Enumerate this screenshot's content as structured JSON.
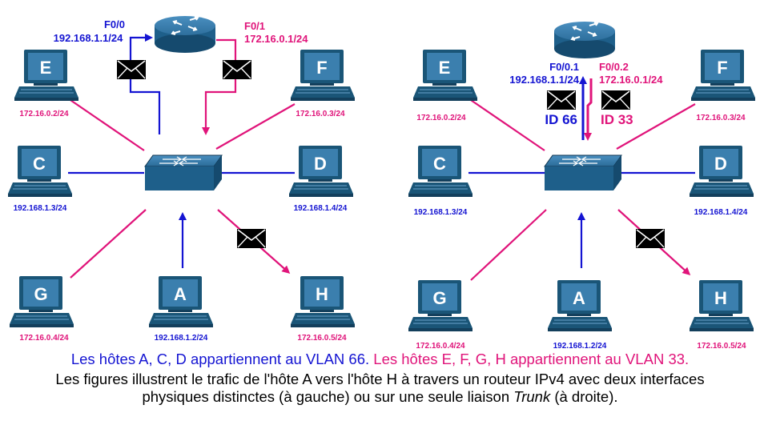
{
  "colors": {
    "vlan66": "#1414d2",
    "vlan33": "#e0147a",
    "device": "#1a5577",
    "device_light": "#3b7fae"
  },
  "left": {
    "router": {
      "if0_name": "F0/0",
      "if0_ip": "192.168.1.1/24",
      "if1_name": "F0/1",
      "if1_ip": "172.16.0.1/24"
    },
    "hosts": {
      "E": {
        "letter": "E",
        "ip": "172.16.0.2/24"
      },
      "F": {
        "letter": "F",
        "ip": "172.16.0.3/24"
      },
      "C": {
        "letter": "C",
        "ip": "192.168.1.3/24"
      },
      "D": {
        "letter": "D",
        "ip": "192.168.1.4/24"
      },
      "G": {
        "letter": "G",
        "ip": "172.16.0.4/24"
      },
      "A": {
        "letter": "A",
        "ip": "192.168.1.2/24"
      },
      "H": {
        "letter": "H",
        "ip": "172.16.0.5/24"
      }
    }
  },
  "right": {
    "router": {
      "sub0_name": "F0/0.1",
      "sub0_ip": "192.168.1.1/24",
      "sub1_name": "F0/0.2",
      "sub1_ip": "172.16.0.1/24",
      "tag_blue": "ID 66",
      "tag_pink": "ID 33"
    },
    "hosts": {
      "E": {
        "letter": "E",
        "ip": "172.16.0.2/24"
      },
      "F": {
        "letter": "F",
        "ip": "172.16.0.3/24"
      },
      "C": {
        "letter": "C",
        "ip": "192.168.1.3/24"
      },
      "D": {
        "letter": "D",
        "ip": "192.168.1.4/24"
      },
      "G": {
        "letter": "G",
        "ip": "172.16.0.4/24"
      },
      "A": {
        "letter": "A",
        "ip": "192.168.1.2/24"
      },
      "H": {
        "letter": "H",
        "ip": "172.16.0.5/24"
      }
    }
  },
  "caption": {
    "vlan66_text": "Les hôtes A, C, D appartiennent au VLAN 66.",
    "vlan33_text": "Les hôtes E, F, G, H appartiennent au VLAN 33.",
    "line2": "Les figures illustrent le trafic de l'hôte A vers l'hôte H à travers un routeur IPv4 avec deux interfaces",
    "line3_before": "physiques distinctes (à gauche) ou sur une seule liaison ",
    "line3_italic": "Trunk",
    "line3_after": " (à droite)."
  }
}
